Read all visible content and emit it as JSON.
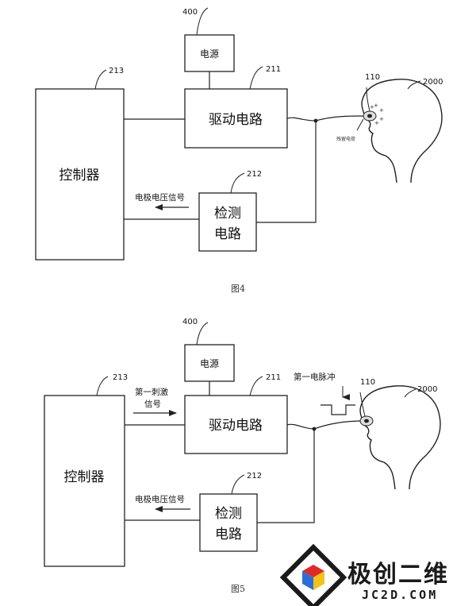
{
  "figure4": {
    "caption": "图4",
    "power_label": "电源",
    "power_ref": "400",
    "driver_label": "驱动电路",
    "driver_ref": "211",
    "controller_label": "控制器",
    "controller_ref": "213",
    "detect_label_line1": "检测",
    "detect_label_line2": "电路",
    "detect_ref": "212",
    "signal_label": "电极电压信号",
    "electrode_ref": "110",
    "head_ref": "2000",
    "residual_label": "残留电荷"
  },
  "figure5": {
    "caption": "图5",
    "power_label": "电源",
    "power_ref": "400",
    "driver_label": "驱动电路",
    "driver_ref": "211",
    "controller_label": "控制器",
    "controller_ref": "213",
    "detect_label_line1": "检测",
    "detect_label_line2": "电路",
    "detect_ref": "212",
    "stim_label_line1": "第一刺激",
    "stim_label_line2": "信号",
    "signal_label": "电极电压信号",
    "pulse_label": "第一电脉冲",
    "electrode_ref": "110",
    "head_ref": "2000"
  },
  "watermark": {
    "brand": "极创二维",
    "domain": "JC2D.COM",
    "colors": {
      "red": "#e02a2a",
      "blue": "#2a6fd8",
      "yellow": "#f2c21b",
      "dark": "#1a1a1a"
    }
  }
}
